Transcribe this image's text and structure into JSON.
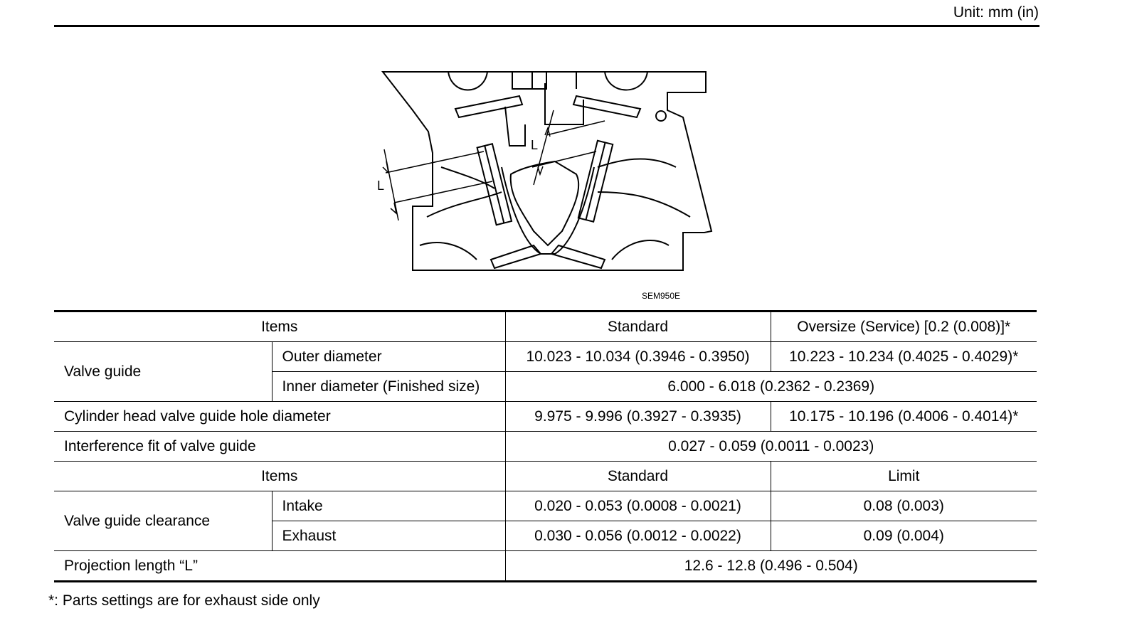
{
  "header": {
    "unit": "Unit: mm (in)"
  },
  "figure": {
    "code": "SEM950E",
    "dimension_label": "L"
  },
  "table": {
    "items_header": "Items",
    "standard_header": "Standard",
    "oversize_header": "Oversize (Service) [0.2 (0.008)]*",
    "limit_header": "Limit",
    "valve_guide": {
      "label": "Valve guide",
      "outer_diameter": {
        "label": "Outer diameter",
        "standard": "10.023 - 10.034 (0.3946 - 0.3950)",
        "oversize": "10.223 - 10.234 (0.4025 - 0.4029)*"
      },
      "inner_diameter": {
        "label": "Inner diameter (Finished size)",
        "value": "6.000 - 6.018 (0.2362 - 0.2369)"
      }
    },
    "hole_diameter": {
      "label": "Cylinder head valve guide hole diameter",
      "standard": "9.975 - 9.996 (0.3927 - 0.3935)",
      "oversize": "10.175 - 10.196 (0.4006 - 0.4014)*"
    },
    "interference_fit": {
      "label": "Interference fit of valve guide",
      "value": "0.027 - 0.059 (0.0011 - 0.0023)"
    },
    "clearance": {
      "label": "Valve guide clearance",
      "intake": {
        "label": "Intake",
        "standard": "0.020 - 0.053 (0.0008 - 0.0021)",
        "limit": "0.08 (0.003)"
      },
      "exhaust": {
        "label": "Exhaust",
        "standard": "0.030 - 0.056 (0.0012 - 0.0022)",
        "limit": "0.09 (0.004)"
      }
    },
    "projection": {
      "label": "Projection length “L”",
      "value": "12.6 - 12.8 (0.496 - 0.504)"
    }
  },
  "footnote": "*: Parts settings are for exhaust side only"
}
